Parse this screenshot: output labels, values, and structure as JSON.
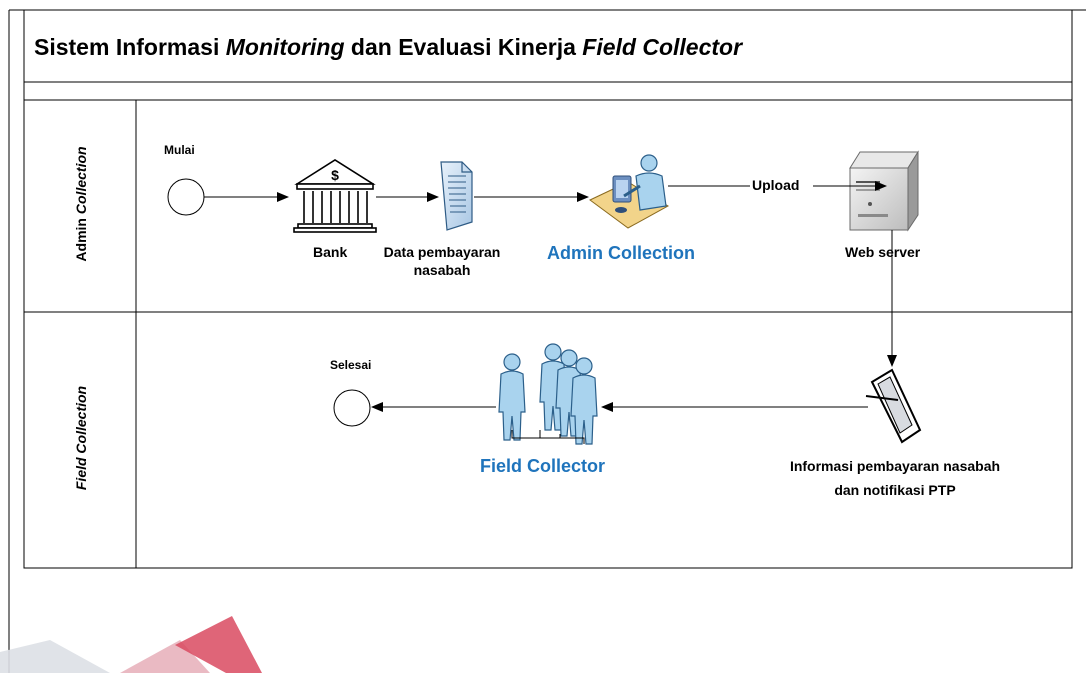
{
  "title": {
    "part1": "Sistem Informasi ",
    "part2": "Monitoring",
    "part3": " dan Evaluasi Kinerja ",
    "part4": "Field Collector"
  },
  "lanes": {
    "admin": {
      "part1": "Admin ",
      "part2": "Collection"
    },
    "field": {
      "part1": "Field Collection"
    }
  },
  "nodes": {
    "start": "Mulai",
    "bank": "Bank",
    "bank_symbol": "$",
    "data_line1": "Data pembayaran",
    "data_line2": "nasabah",
    "admin_collection": "Admin Collection",
    "upload": "Upload",
    "web_server": "Web server",
    "info_line1": "Informasi pembayaran nasabah",
    "info_line2": "dan notifikasi PTP",
    "field_collector": "Field Collector",
    "end": "Selesai"
  },
  "colors": {
    "blue_label": "#1f74bc",
    "person_fill": "#a9d3ee",
    "person_stroke": "#2b5f8a",
    "watermark": "#c8102e"
  }
}
